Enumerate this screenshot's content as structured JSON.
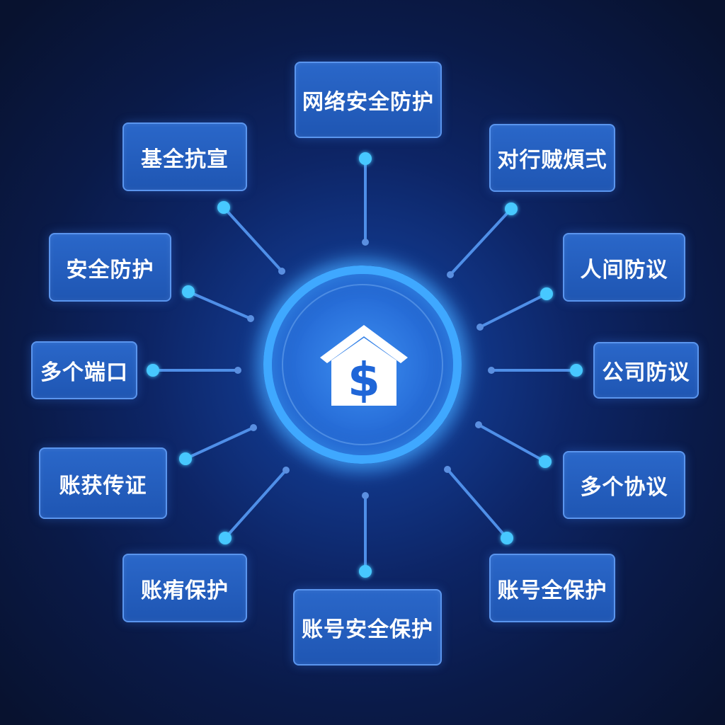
{
  "colors": {
    "background": "#0a1538",
    "node_fill": "#2a67c9",
    "node_border": "#5a95ee",
    "connector": "#4f8fe8",
    "connector_dot": "#47c8ff",
    "hub_ring": "#3fa8ff"
  },
  "hub": {
    "icon": "house-dollar-icon",
    "symbol": "$"
  },
  "nodes": [
    {
      "id": "top",
      "label": "网络安全防护"
    },
    {
      "id": "top-right",
      "label": "对行贼煩弍"
    },
    {
      "id": "right-1",
      "label": "人间防议"
    },
    {
      "id": "right-2",
      "label": "公司防议"
    },
    {
      "id": "right-3",
      "label": "多个协议"
    },
    {
      "id": "bottom-right",
      "label": "账号全保护"
    },
    {
      "id": "bottom",
      "label": "账号安全保护"
    },
    {
      "id": "bottom-left",
      "label": "账痏保护"
    },
    {
      "id": "left-3",
      "label": "账获传证"
    },
    {
      "id": "left-2",
      "label": "多个端口"
    },
    {
      "id": "left-1",
      "label": "安全防护"
    },
    {
      "id": "top-left",
      "label": "基全抗宣"
    }
  ]
}
